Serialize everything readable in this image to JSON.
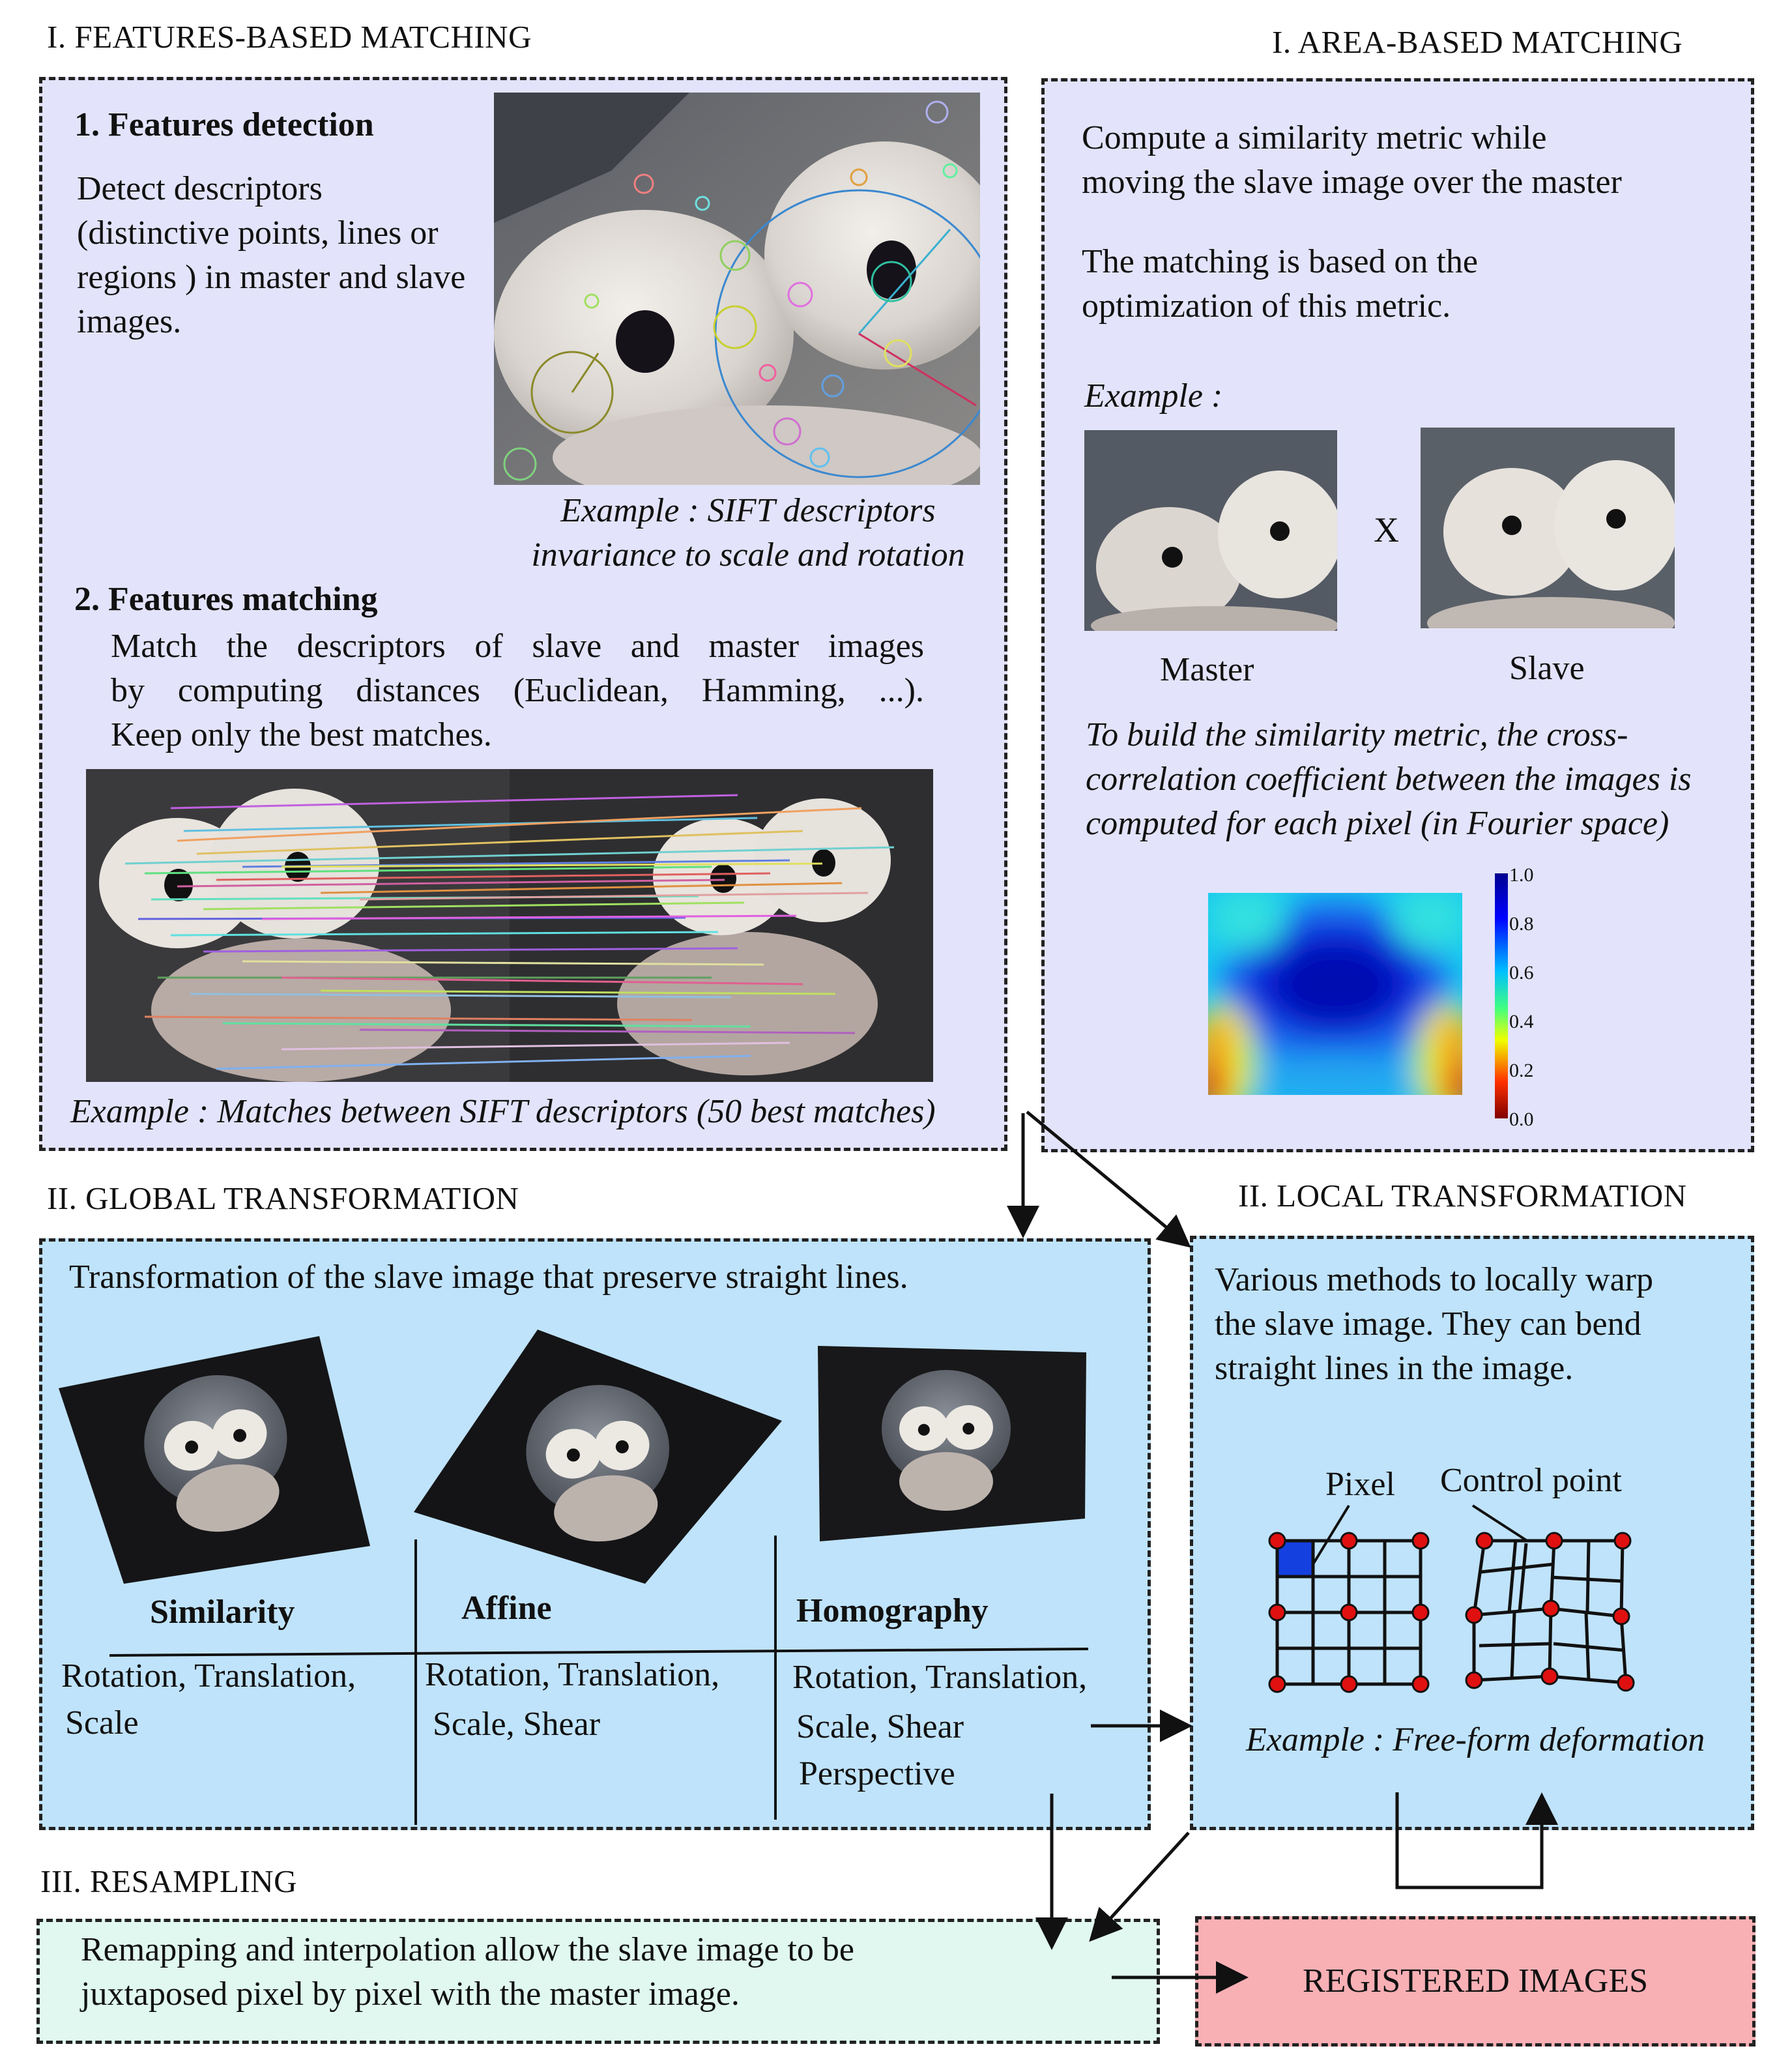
{
  "features": {
    "title": "I. FEATURES-BASED MATCHING",
    "detection_heading": "1. Features detection",
    "detection_text": "Detect descriptors (distinctive points, lines or regions ) in master and slave images.",
    "sift_caption_line1": "Example : SIFT descriptors",
    "sift_caption_line2": "invariance to scale and rotation",
    "matching_heading": "2. Features matching",
    "matching_line1": "Match the descriptors of slave and master images",
    "matching_line2": "by computing distances (Euclidean, Hamming, ...).",
    "matching_line3": "Keep only the best matches.",
    "matches_caption": "Example : Matches between SIFT descriptors (50 best matches)"
  },
  "area": {
    "title": "I. AREA-BASED MATCHING",
    "text1_line1": "Compute a similarity metric while",
    "text1_line2": "moving the slave image over the master",
    "text2_line1": "The matching is based on the",
    "text2_line2": "optimization of this metric.",
    "example_label": "Example :",
    "times_symbol": "X",
    "master_label": "Master",
    "slave_label": "Slave",
    "caption_line1": "To build the similarity metric, the cross-",
    "caption_line2": "correlation coefficient between the images is",
    "caption_line3": "computed for each pixel (in Fourier space)",
    "colorbar_ticks": [
      "1.0",
      "0.8",
      "0.6",
      "0.4",
      "0.2",
      "0.0"
    ]
  },
  "global": {
    "title": "II. GLOBAL TRANSFORMATION",
    "intro": "Transformation of the slave image that preserve straight lines.",
    "columns": [
      {
        "name": "Similarity",
        "line1": "Rotation, Translation,",
        "line2": "Scale",
        "line3": ""
      },
      {
        "name": "Affine",
        "line1": "Rotation, Translation,",
        "line2": "Scale, Shear",
        "line3": ""
      },
      {
        "name": "Homography",
        "line1": "Rotation, Translation,",
        "line2": "Scale, Shear",
        "line3": "Perspective"
      }
    ]
  },
  "local": {
    "title": "II. LOCAL TRANSFORMATION",
    "text_line1": "Various methods to locally warp",
    "text_line2": "the slave image. They can bend",
    "text_line3": "straight lines in the image.",
    "pixel_label": "Pixel",
    "control_point_label": "Control point",
    "example_caption": "Example : Free-form deformation"
  },
  "resampling": {
    "title": "III. RESAMPLING",
    "text_line1": "Remapping and interpolation allow the slave image to be",
    "text_line2": "juxtaposed pixel by pixel with the master image."
  },
  "registered": {
    "label": "REGISTERED IMAGES"
  },
  "colors": {
    "lavender_panel": "#e3e3fb",
    "blue_panel": "#bfe3fb",
    "green_panel": "#e0f8ef",
    "pink_panel": "#f8b0b5",
    "control_point": "#e01010",
    "pixel_fill": "#1540e0"
  }
}
